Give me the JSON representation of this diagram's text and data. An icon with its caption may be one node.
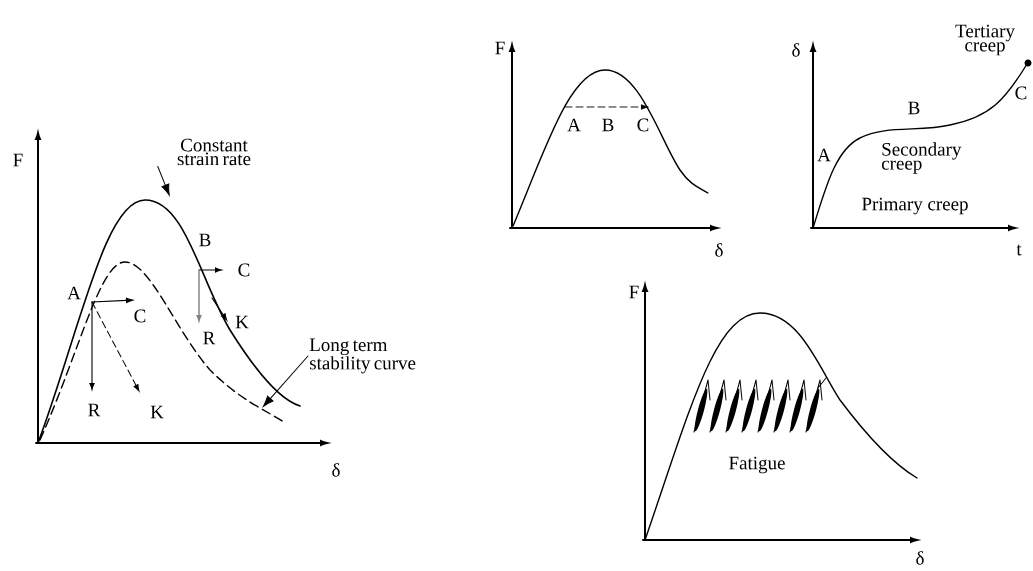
{
  "diagram": {
    "nodes": [
      {
        "text": [
          "Constant strain rate"
        ]
      },
      {
        "text": [
          "Long term stability curve"
        ]
      }
    ],
    "edges": [
      {
        "from": 0,
        "to": null,
        "arrow": "to"
      },
      {
        "from": 1,
        "to": null,
        "arrow": "to"
      }
    ],
    "labels": [
      "F",
      "A",
      "B",
      "C",
      "C",
      "R",
      "K",
      "R",
      "K",
      "δ",
      "F",
      "A",
      "B",
      "C",
      "δ",
      "Tertiary creep",
      "δ",
      "B",
      "A",
      "C",
      "Secondary creep",
      "Primary creep",
      "t",
      "F",
      "Fatigue",
      "δ"
    ]
  }
}
